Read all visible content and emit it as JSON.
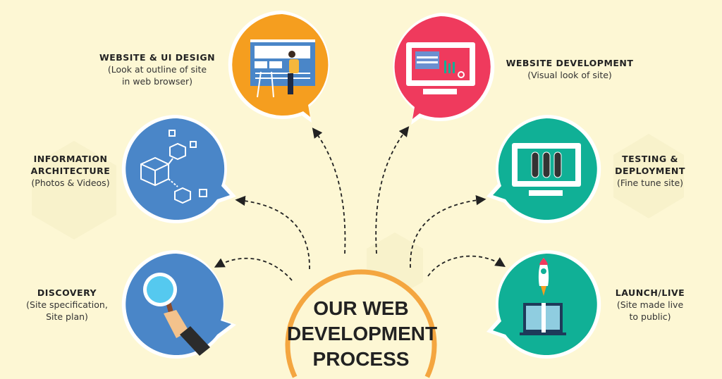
{
  "center": {
    "lines": [
      "OUR WEB",
      "DEVELOPMENT",
      "PROCESS"
    ]
  },
  "steps": [
    {
      "title": "WEBSITE & UI DESIGN",
      "subtitle": [
        "(Look at outline of site",
        "in web browser)"
      ],
      "color": "#f59e1f",
      "icon": "designer-at-desk-icon"
    },
    {
      "title": "WEBSITE DEVELOPMENT",
      "subtitle": [
        "(Visual look of site)"
      ],
      "color": "#ef3a5d",
      "icon": "monitor-chart-gear-icon"
    },
    {
      "title": "INFORMATION",
      "title2": "ARCHITECTURE",
      "subtitle": [
        "(Photos & Videos)"
      ],
      "color": "#4a86c8",
      "icon": "connected-cubes-icon"
    },
    {
      "title": "TESTING &",
      "title2": "DEPLOYMENT",
      "subtitle": [
        "(Fine tune site)"
      ],
      "color": "#10b096",
      "icon": "test-tubes-monitor-icon"
    },
    {
      "title": "DISCOVERY",
      "subtitle": [
        "(Site specification,",
        "Site plan)"
      ],
      "color": "#4a86c8",
      "icon": "magnifying-glass-hand-icon"
    },
    {
      "title": "LAUNCH/LIVE",
      "subtitle": [
        "(Site made live",
        "to public)"
      ],
      "color": "#10b096",
      "icon": "rocket-laptop-icon"
    }
  ],
  "colors": {
    "background": "#fdf7d4",
    "center_ring": "#f4a640"
  }
}
